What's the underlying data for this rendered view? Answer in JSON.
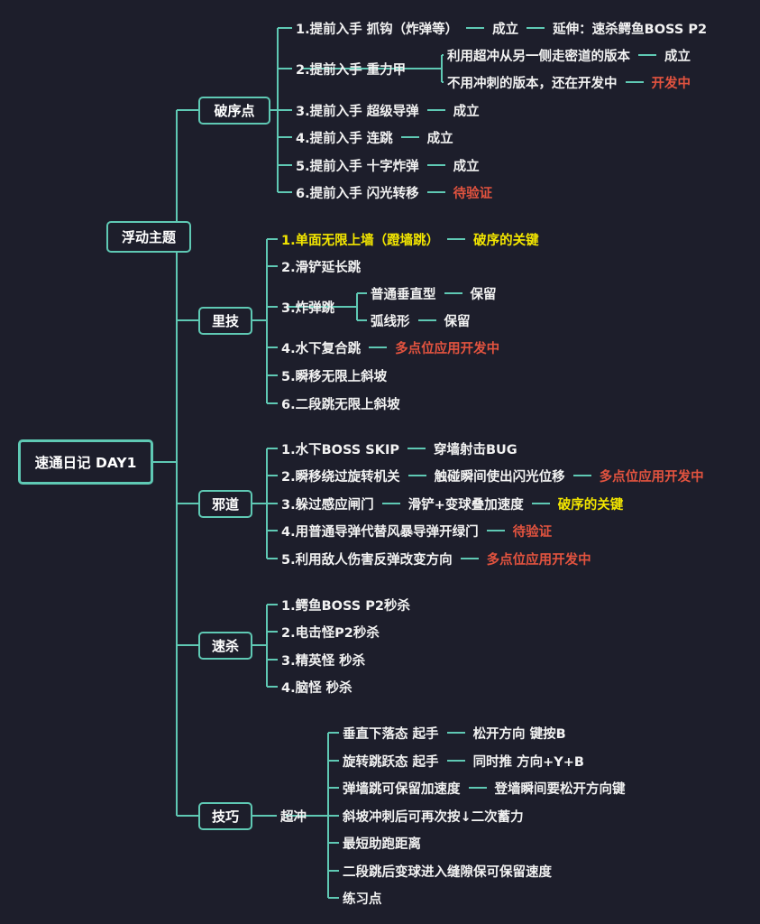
{
  "root": "速通日记 DAY1",
  "floating_topic": "浮动主题",
  "colors": {
    "line": "#5fc9b4",
    "background": "#1d1e2b",
    "red": "#e2533f",
    "yellow": "#f3e600"
  },
  "categories": [
    {
      "label": "破序点",
      "items": [
        {
          "segments": [
            {
              "text": "1.提前入手 抓钩（炸弹等）",
              "color": "white"
            },
            {
              "text": "成立",
              "color": "white"
            },
            {
              "text": "延伸：速杀鳄鱼BOSS P2",
              "color": "white"
            }
          ]
        },
        {
          "segments": [
            {
              "text": "2.提前入手 重力甲",
              "color": "white"
            }
          ],
          "children": [
            {
              "segments": [
                {
                  "text": "利用超冲从另一侧走密道的版本",
                  "color": "white"
                },
                {
                  "text": "成立",
                  "color": "white"
                }
              ]
            },
            {
              "segments": [
                {
                  "text": "不用冲刺的版本，还在开发中",
                  "color": "white"
                },
                {
                  "text": "开发中",
                  "color": "red"
                }
              ]
            }
          ]
        },
        {
          "segments": [
            {
              "text": "3.提前入手 超级导弹",
              "color": "white"
            },
            {
              "text": "成立",
              "color": "white"
            }
          ]
        },
        {
          "segments": [
            {
              "text": "4.提前入手 连跳",
              "color": "white"
            },
            {
              "text": "成立",
              "color": "white"
            }
          ]
        },
        {
          "segments": [
            {
              "text": "5.提前入手 十字炸弹",
              "color": "white"
            },
            {
              "text": "成立",
              "color": "white"
            }
          ]
        },
        {
          "segments": [
            {
              "text": "6.提前入手 闪光转移",
              "color": "white"
            },
            {
              "text": "待验证",
              "color": "red"
            }
          ]
        }
      ]
    },
    {
      "label": "里技",
      "items": [
        {
          "segments": [
            {
              "text": "1.单面无限上墙（蹬墙跳）",
              "color": "yellow"
            },
            {
              "text": "破序的关键",
              "color": "yellow"
            }
          ]
        },
        {
          "segments": [
            {
              "text": "2.滑铲延长跳",
              "color": "white"
            }
          ]
        },
        {
          "segments": [
            {
              "text": "3.炸弹跳",
              "color": "white"
            }
          ],
          "children": [
            {
              "segments": [
                {
                  "text": "普通垂直型",
                  "color": "white"
                },
                {
                  "text": "保留",
                  "color": "white"
                }
              ]
            },
            {
              "segments": [
                {
                  "text": "弧线形",
                  "color": "white"
                },
                {
                  "text": "保留",
                  "color": "white"
                }
              ]
            }
          ]
        },
        {
          "segments": [
            {
              "text": "4.水下复合跳",
              "color": "white"
            },
            {
              "text": "多点位应用开发中",
              "color": "red"
            }
          ]
        },
        {
          "segments": [
            {
              "text": "5.瞬移无限上斜坡",
              "color": "white"
            }
          ]
        },
        {
          "segments": [
            {
              "text": "6.二段跳无限上斜坡",
              "color": "white"
            }
          ]
        }
      ]
    },
    {
      "label": "邪道",
      "items": [
        {
          "segments": [
            {
              "text": "1.水下BOSS SKIP",
              "color": "white"
            },
            {
              "text": "穿墙射击BUG",
              "color": "white"
            }
          ]
        },
        {
          "segments": [
            {
              "text": "2.瞬移绕过旋转机关",
              "color": "white"
            },
            {
              "text": "触碰瞬间使出闪光位移",
              "color": "white"
            },
            {
              "text": "多点位应用开发中",
              "color": "red"
            }
          ]
        },
        {
          "segments": [
            {
              "text": "3.躲过感应闸门",
              "color": "white"
            },
            {
              "text": "滑铲+变球叠加速度",
              "color": "white"
            },
            {
              "text": "破序的关键",
              "color": "yellow"
            }
          ]
        },
        {
          "segments": [
            {
              "text": "4.用普通导弹代替风暴导弹开绿门",
              "color": "white"
            },
            {
              "text": "待验证",
              "color": "red"
            }
          ]
        },
        {
          "segments": [
            {
              "text": "5.利用敌人伤害反弹改变方向",
              "color": "white"
            },
            {
              "text": "多点位应用开发中",
              "color": "red"
            }
          ]
        }
      ]
    },
    {
      "label": "速杀",
      "items": [
        {
          "segments": [
            {
              "text": "1.鳄鱼BOSS P2秒杀",
              "color": "white"
            }
          ]
        },
        {
          "segments": [
            {
              "text": "2.电击怪P2秒杀",
              "color": "white"
            }
          ]
        },
        {
          "segments": [
            {
              "text": "3.精英怪 秒杀",
              "color": "white"
            }
          ]
        },
        {
          "segments": [
            {
              "text": "4.脑怪 秒杀",
              "color": "white"
            }
          ]
        }
      ]
    },
    {
      "label": "技巧",
      "items": [
        {
          "segments": [
            {
              "text": "超冲",
              "color": "white"
            }
          ],
          "children": [
            {
              "segments": [
                {
                  "text": "垂直下落态 起手",
                  "color": "white"
                },
                {
                  "text": "松开方向 键按B",
                  "color": "white"
                }
              ]
            },
            {
              "segments": [
                {
                  "text": "旋转跳跃态 起手",
                  "color": "white"
                },
                {
                  "text": "同时推 方向+Y+B",
                  "color": "white"
                }
              ]
            },
            {
              "segments": [
                {
                  "text": "弹墙跳可保留加速度",
                  "color": "white"
                },
                {
                  "text": "登墙瞬间要松开方向键",
                  "color": "white"
                }
              ]
            },
            {
              "segments": [
                {
                  "text": "斜坡冲刺后可再次按↓二次蓄力",
                  "color": "white"
                }
              ]
            },
            {
              "segments": [
                {
                  "text": "最短助跑距离",
                  "color": "white"
                }
              ]
            },
            {
              "segments": [
                {
                  "text": "二段跳后变球进入缝隙保可保留速度",
                  "color": "white"
                }
              ]
            },
            {
              "segments": [
                {
                  "text": "练习点",
                  "color": "white"
                }
              ]
            }
          ]
        }
      ]
    }
  ]
}
